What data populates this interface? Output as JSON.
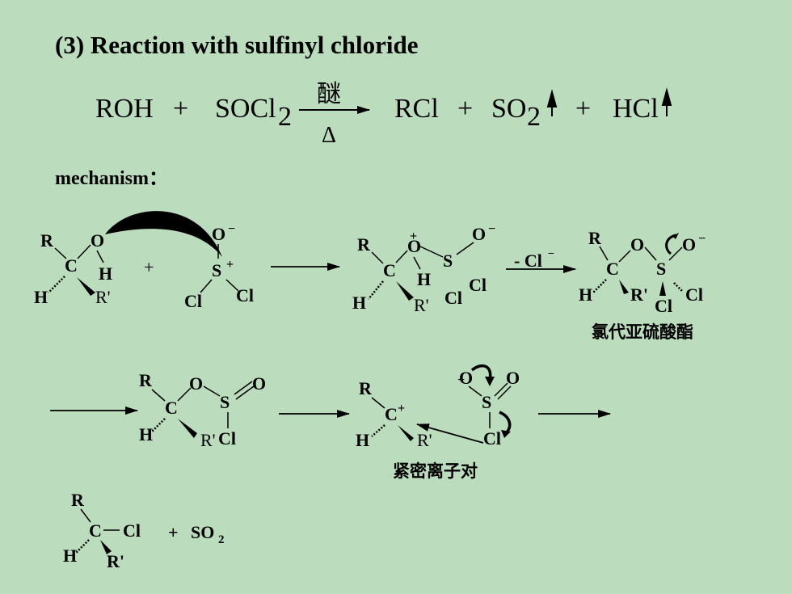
{
  "title": "(3) Reaction with sulfinyl chloride",
  "equation": {
    "reactant1": "ROH",
    "plus": "+",
    "reactant2": "SOCl",
    "sub2": "2",
    "condition_top": "醚",
    "condition_bottom": "Δ",
    "product1": "RCl",
    "product2": "SO",
    "product3": "HCl"
  },
  "mechanism_label": "mechanism：",
  "atoms": {
    "R": "R",
    "Rp": "R'",
    "H": "H",
    "C": "C",
    "O": "O",
    "S": "S",
    "Cl": "Cl",
    "Cplus": "C",
    "charge_plus": "+",
    "charge_minus": "−"
  },
  "step_loss": "- Cl",
  "captions": {
    "chlorosulfite": "氯代亚硫酸酯",
    "ion_pair": "紧密离子对"
  },
  "final_so2": "SO",
  "colors": {
    "background": "#bcdcbe",
    "ink": "#000000"
  }
}
